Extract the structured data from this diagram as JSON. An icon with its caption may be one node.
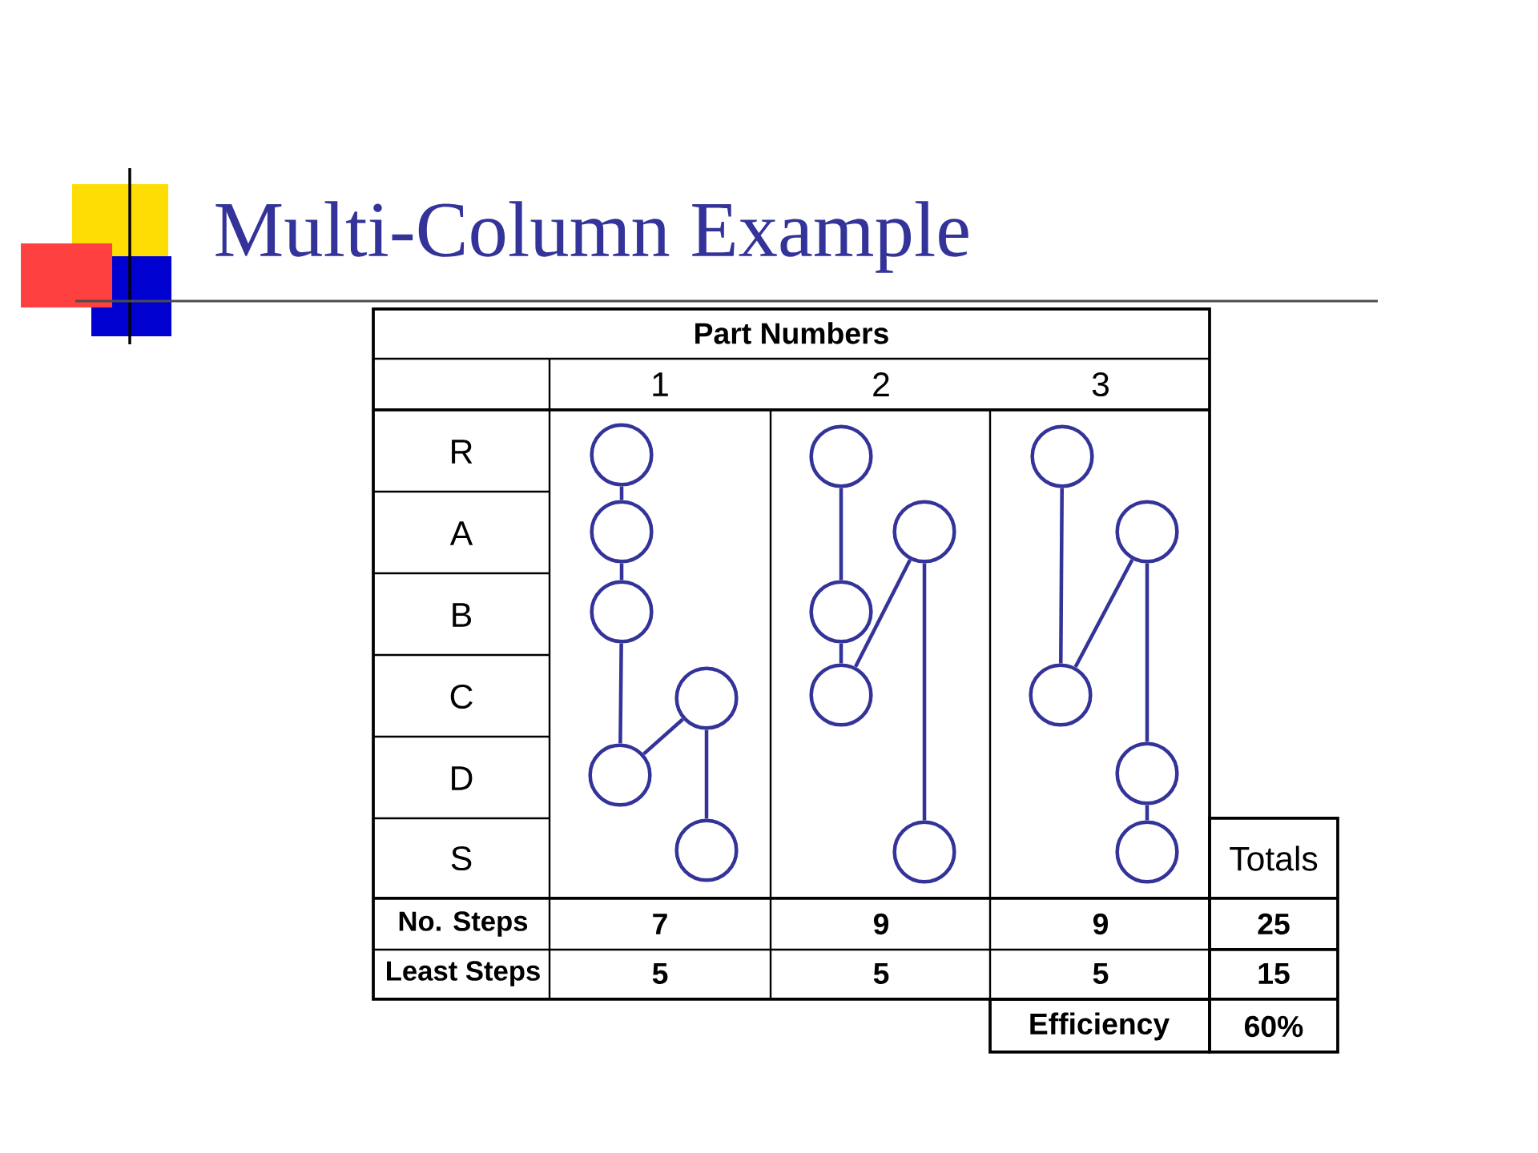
{
  "diagram": {
    "title": "Multi-Column Example",
    "nodes": [
      {
        "text": [],
        "shape": "circle"
      },
      {
        "text": [],
        "shape": "circle"
      },
      {
        "text": [],
        "shape": "circle"
      },
      {
        "text": [],
        "shape": "circle"
      },
      {
        "text": [],
        "shape": "circle"
      },
      {
        "text": [],
        "shape": "circle"
      },
      {
        "text": [],
        "shape": "circle"
      },
      {
        "text": [],
        "shape": "circle"
      },
      {
        "text": [],
        "shape": "circle"
      },
      {
        "text": [],
        "shape": "circle"
      },
      {
        "text": [],
        "shape": "circle"
      },
      {
        "text": [],
        "shape": "circle"
      },
      {
        "text": [],
        "shape": "circle"
      },
      {
        "text": [],
        "shape": "circle"
      },
      {
        "text": [],
        "shape": "circle"
      },
      {
        "text": [],
        "shape": "circle"
      }
    ],
    "edges": [
      {
        "from": 0,
        "to": 1,
        "arrow": "none"
      },
      {
        "from": 1,
        "to": 2,
        "arrow": "none"
      },
      {
        "from": 2,
        "to": 4,
        "arrow": "none"
      },
      {
        "from": 4,
        "to": 3,
        "arrow": "none"
      },
      {
        "from": 3,
        "to": 5,
        "arrow": "none"
      },
      {
        "from": 6,
        "to": 8,
        "arrow": "none"
      },
      {
        "from": 8,
        "to": 9,
        "arrow": "none"
      },
      {
        "from": 9,
        "to": 7,
        "arrow": "none"
      },
      {
        "from": 7,
        "to": 10,
        "arrow": "none"
      },
      {
        "from": 11,
        "to": 13,
        "arrow": "none"
      },
      {
        "from": 13,
        "to": 12,
        "arrow": "none"
      },
      {
        "from": 12,
        "to": 14,
        "arrow": "none"
      },
      {
        "from": 14,
        "to": 15,
        "arrow": "none"
      }
    ],
    "labels": [
      "Part Numbers",
      "1",
      "2",
      "3",
      "R",
      "A",
      "B",
      "C",
      "D",
      "S",
      "Totals",
      "No. Steps",
      "7",
      "9",
      "9",
      "25",
      "Least Steps",
      "5",
      "5",
      "5",
      "15",
      "Efficiency",
      "60%"
    ]
  }
}
